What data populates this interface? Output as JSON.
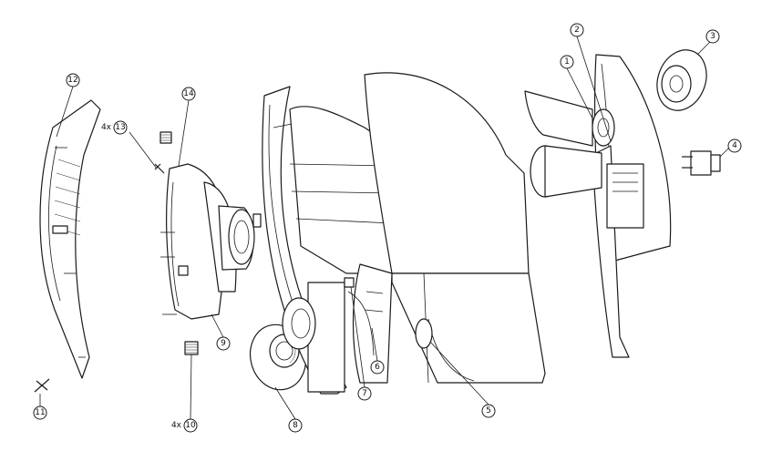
{
  "callouts": {
    "c1": "1",
    "c2": "2",
    "c3": "3",
    "c4": "4",
    "c5": "5",
    "c6": "6",
    "c7": "7",
    "c8": "8",
    "c9": "9",
    "c10": "10",
    "c11": "11",
    "c12": "12",
    "c13": "13",
    "c14": "14"
  },
  "quantities": {
    "q10": "4x",
    "q13": "4x"
  }
}
